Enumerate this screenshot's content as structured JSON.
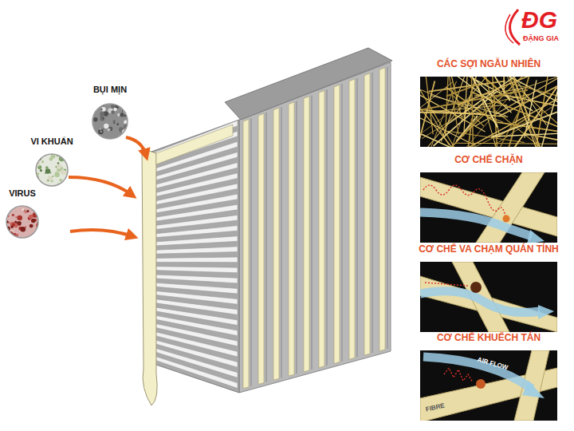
{
  "diagram": {
    "nodes": [
      {
        "text": [
          "BỤI MỊN"
        ]
      },
      {
        "text": [
          "VI KHUẨN"
        ]
      },
      {
        "text": [
          "VIRUS"
        ]
      },
      {
        "text": [
          "CÁC SỢI NGẪU NHIÊN"
        ]
      },
      {
        "text": [
          "CƠ CHẾ CHẶN"
        ]
      },
      {
        "text": [
          "CƠ CHẾ VA CHẠM QUÁN TÍNH"
        ]
      },
      {
        "text": [
          "CƠ CHẾ KHUẾCH TÁN"
        ]
      }
    ],
    "labels": [
      "ĐG",
      "ĐẶNG GIA",
      "AIR FLOW",
      "FIBRE"
    ]
  }
}
